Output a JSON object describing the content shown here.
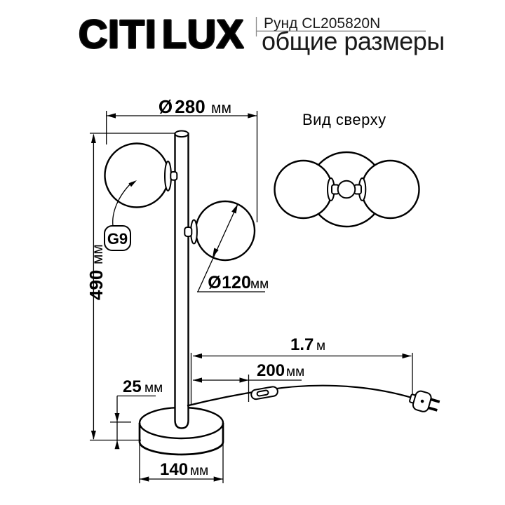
{
  "header": {
    "logo": {
      "solid": "CITI",
      "outline": "LUX"
    },
    "product": "Рунд CL205820N",
    "subtitle": "общие размеры"
  },
  "labels": {
    "top_view": "Вид сверху",
    "socket": "G9"
  },
  "dimensions": {
    "overall_width": {
      "symbol": "Ø",
      "value": "280",
      "unit": "мм"
    },
    "overall_height": {
      "value": "490",
      "unit": "мм"
    },
    "shade_diameter": {
      "symbol": "Ø",
      "value": "120",
      "unit": "мм"
    },
    "base_height": {
      "value": "25",
      "unit": "мм"
    },
    "base_diameter": {
      "value": "140",
      "unit": "мм"
    },
    "cord_to_switch": {
      "value": "200",
      "unit": "мм"
    },
    "cord_length": {
      "value": "1.7",
      "unit": "м"
    }
  },
  "colors": {
    "ink": "#000000",
    "divider": "#8c8c8c",
    "background": "#ffffff"
  }
}
